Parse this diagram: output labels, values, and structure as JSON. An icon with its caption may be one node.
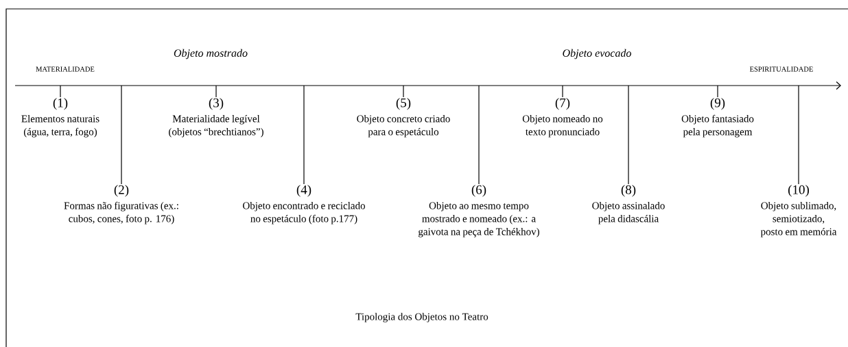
{
  "diagram": {
    "caption": "Tipologia dos Objetos no Teatro",
    "nodes": [
      {
        "text": [
          "(1)",
          "Elementos naturais (água, terra, fogo)"
        ]
      },
      {
        "text": [
          "(2)",
          "Formas não  figurativas (ex.: cubos, cones, foto p. 176)"
        ]
      },
      {
        "text": [
          "(3)",
          "Materialidade legível (objetos “brechtianos”)"
        ]
      },
      {
        "text": [
          "(4)",
          "Objeto encontrado e reciclado no espetáculo (foto p.177)"
        ]
      },
      {
        "text": [
          "(5)",
          "Objeto concreto criado para o espetáculo"
        ]
      },
      {
        "text": [
          "(6)",
          "Objeto ao mesmo tempo mostrado e nomeado (ex.: a gaivota na peça de Tchékhov)"
        ]
      },
      {
        "text": [
          "(7)",
          "Objeto nomeado no texto pronunciado"
        ]
      },
      {
        "text": [
          "(8)",
          "Objeto assinalado pela didascália"
        ]
      },
      {
        "text": [
          "(9)",
          "Objeto fantasiado pela personagem"
        ]
      },
      {
        "text": [
          "(10)",
          "Objeto sublimado, semiotizado, posto em memória"
        ]
      }
    ],
    "edges": [
      {
        "from": 0,
        "to": null,
        "arrow": "none"
      },
      {
        "from": 1,
        "to": null,
        "arrow": "none"
      },
      {
        "from": 2,
        "to": null,
        "arrow": "none"
      },
      {
        "from": 3,
        "to": null,
        "arrow": "none"
      },
      {
        "from": 4,
        "to": null,
        "arrow": "none"
      },
      {
        "from": 5,
        "to": null,
        "arrow": "none"
      },
      {
        "from": 6,
        "to": null,
        "arrow": "none"
      },
      {
        "from": 7,
        "to": null,
        "arrow": "none"
      },
      {
        "from": 8,
        "to": null,
        "arrow": "none"
      },
      {
        "from": 9,
        "to": null,
        "arrow": "none"
      }
    ],
    "labels": [
      "Objeto mostrado",
      "Objeto evocado",
      "MATERIALIDADE",
      "ESPIRITUALIDADE"
    ]
  }
}
